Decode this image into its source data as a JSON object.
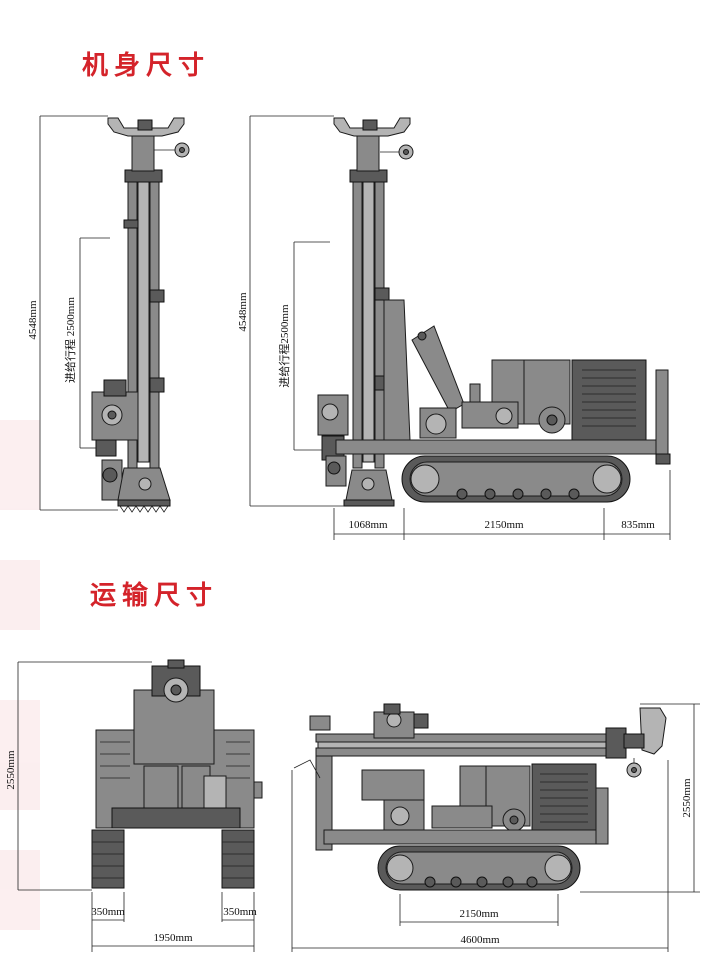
{
  "headings": {
    "body_dimensions": "机身尺寸",
    "transport_dimensions": "运输尺寸"
  },
  "colors": {
    "heading": "#d4232a",
    "machine_body": "#8a8a8a",
    "machine_dark": "#5a5a5a",
    "outline": "#1b1b1b"
  },
  "dimensions": {
    "front_height": "4548mm",
    "front_stroke": "进给行程 2500mm",
    "side_height": "4548mm",
    "side_stroke": "进给行程2500mm",
    "side_front_overhang": "1068mm",
    "side_track_length": "2150mm",
    "side_rear_overhang": "835mm",
    "transport_front_height": "2550mm",
    "transport_track_left": "350mm",
    "transport_track_right": "350mm",
    "transport_width": "1950mm",
    "transport_side_height": "2550mm",
    "transport_track_length": "2150mm",
    "transport_length": "4600mm"
  }
}
